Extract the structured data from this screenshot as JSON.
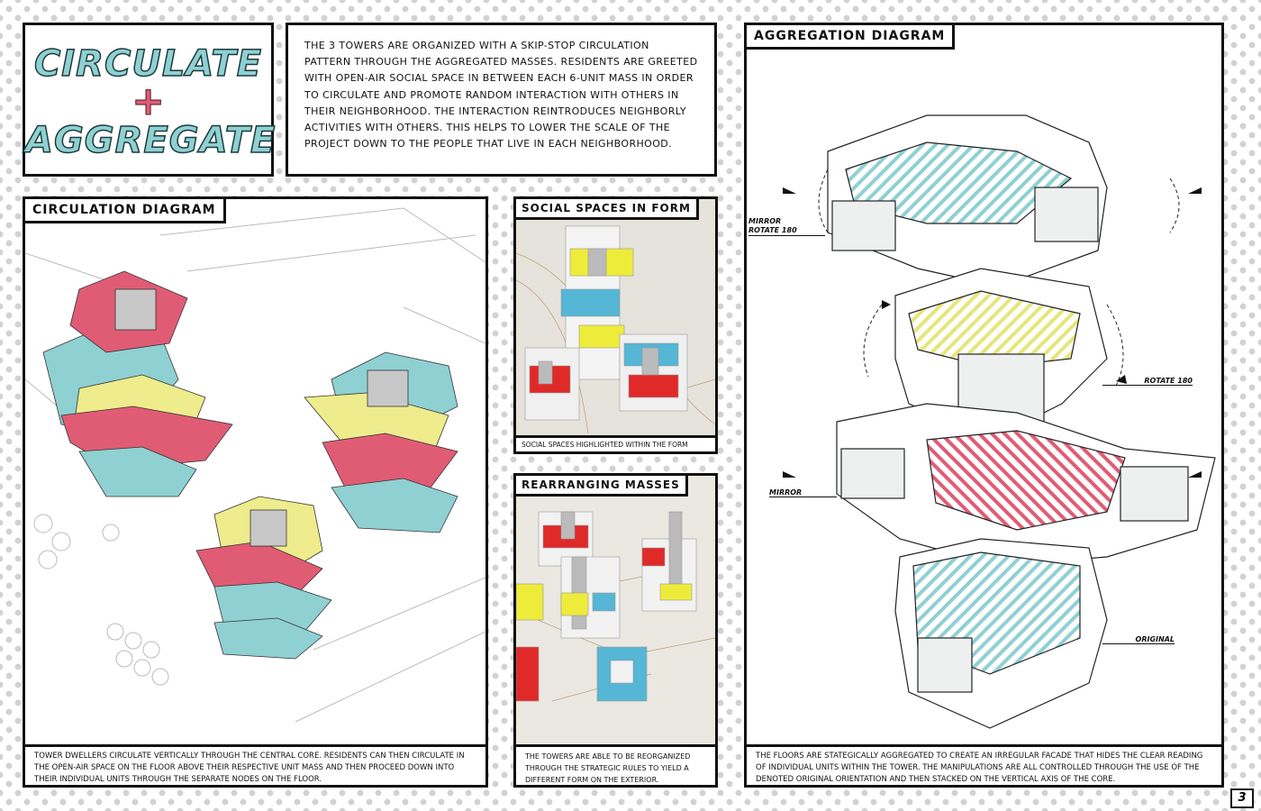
{
  "title": {
    "line1": "Circulate",
    "plus": "+",
    "line2": "Aggregate"
  },
  "intro": "The 3 towers are organized with a skip-stop circulation pattern through the aggregated masses. Residents are greeted with open-air social space in between each 6-unit mass in order to circulate and promote random interaction with others in their neighborhood. The interaction reintroduces neighborly activities with others. This helps to lower the scale of the project down to the people that live in each neighborhood.",
  "circulation": {
    "label": "Circulation Diagram",
    "caption": "Tower dwellers circulate vertically through the central core. Residents can then circulate in the open-air space on the floor above their respective unit mass and then proceed down into their individual units through the separate nodes on the floor."
  },
  "social": {
    "label": "Social Spaces in Form",
    "caption": "Social spaces highlighted within the form"
  },
  "rearranging": {
    "label": "Rearranging Masses",
    "caption": "The towers are able to be reorganized through the strategic rules to yield a different form on the exterior."
  },
  "aggregation": {
    "label": "Aggregation Diagram",
    "tags": {
      "mirror_rotate_1": "Mirror",
      "mirror_rotate_2": "Rotate 180",
      "rotate": "Rotate 180",
      "mirror": "Mirror",
      "original": "Original"
    },
    "caption": "The floors are stategically aggregated to create an irregular facade that hides the clear reading of individual units within the tower. The manipulations are all controlled through the use of the denoted original orientation and then stacked on the vertical axis of the core."
  },
  "page_number": "3",
  "colors": {
    "cyan": "#8fd0d3",
    "red": "#e05c74",
    "yellow": "#eeec8c",
    "gray": "#c8c8c8"
  }
}
